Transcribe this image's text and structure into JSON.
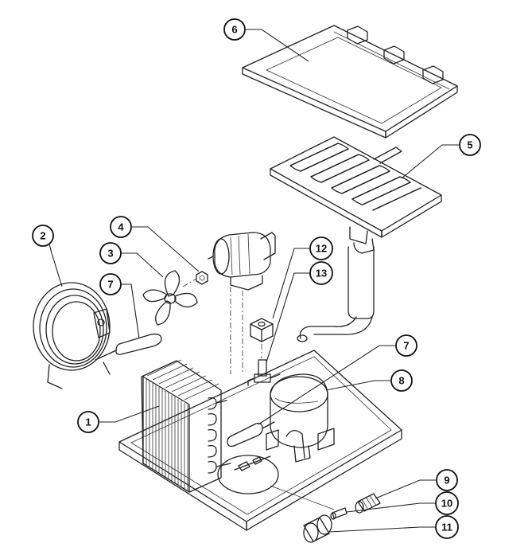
{
  "callouts": [
    {
      "id": "1",
      "label": "1"
    },
    {
      "id": "2",
      "label": "2"
    },
    {
      "id": "3",
      "label": "3"
    },
    {
      "id": "4",
      "label": "4"
    },
    {
      "id": "5",
      "label": "5"
    },
    {
      "id": "6",
      "label": "6"
    },
    {
      "id": "7a",
      "label": "7"
    },
    {
      "id": "7b",
      "label": "7"
    },
    {
      "id": "8",
      "label": "8"
    },
    {
      "id": "9",
      "label": "9"
    },
    {
      "id": "10",
      "label": "10"
    },
    {
      "id": "11",
      "label": "11"
    },
    {
      "id": "12",
      "label": "12"
    },
    {
      "id": "13",
      "label": "13"
    }
  ],
  "colors": {
    "line": "#222222",
    "panel_fill": "#d6d6d6",
    "base_fill": "#e4e4e4",
    "metal_fill": "#c8c8c8"
  }
}
